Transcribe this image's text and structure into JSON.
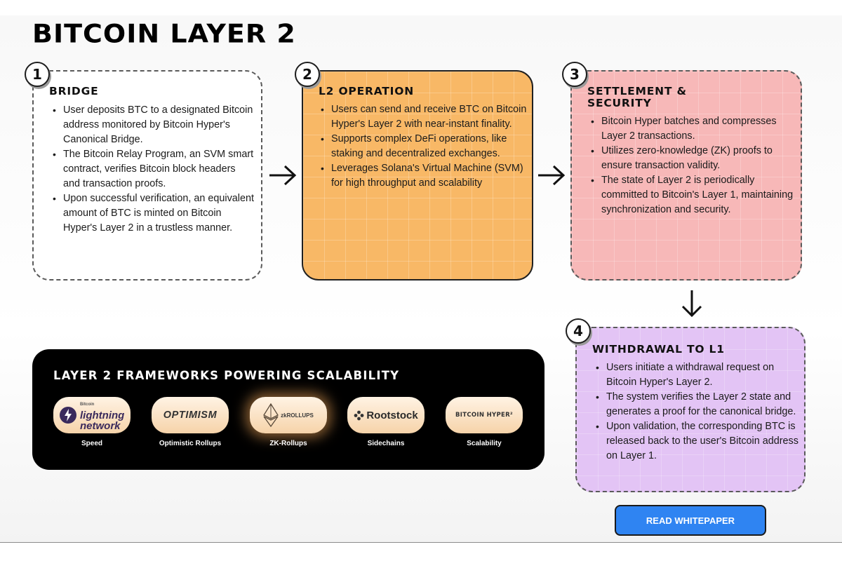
{
  "title": "BITCOIN LAYER 2",
  "steps": [
    {
      "number": "1",
      "title": "BRIDGE",
      "bullets": [
        "User deposits BTC to a designated Bitcoin address monitored by Bitcoin Hyper's Canonical Bridge.",
        "The Bitcoin Relay Program, an SVM smart contract, verifies Bitcoin block headers and transaction proofs.",
        "Upon successful verification, an equivalent amount of BTC is minted on Bitcoin Hyper's Layer 2 in a trustless manner."
      ]
    },
    {
      "number": "2",
      "title": "L2 OPERATION",
      "bullets": [
        "Users can send and receive BTC on Bitcoin Hyper's Layer 2 with near-instant finality.",
        "Supports complex DeFi operations, like staking and decentralized exchanges.",
        "Leverages Solana's Virtual Machine (SVM) for high throughput and scalability"
      ]
    },
    {
      "number": "3",
      "title_line1": "SETTLEMENT &",
      "title_line2": "SECURITY",
      "bullets": [
        "Bitcoin Hyper batches and compresses Layer 2 transactions.",
        "Utilizes zero-knowledge (ZK) proofs to ensure transaction validity.",
        "The state of Layer 2 is periodically committed to Bitcoin's Layer 1, maintaining synchronization and security."
      ]
    },
    {
      "number": "4",
      "title": "WITHDRAWAL TO L1",
      "bullets": [
        "Users initiate a withdrawal request on Bitcoin Hyper's Layer 2.",
        "The system verifies the Layer 2 state and generates a proof for the canonical bridge.",
        "Upon validation, the corresponding BTC is released back to the user's Bitcoin address on Layer 1."
      ]
    }
  ],
  "frameworks": {
    "title": "LAYER 2 FRAMEWORKS POWERING SCALABILITY",
    "items": [
      {
        "logo_small": "Bitcoin",
        "logo": "lightning network",
        "logo_line1": "lightning",
        "logo_line2": "network",
        "label": "Speed",
        "icon": "lightning-bolt-icon"
      },
      {
        "logo": "OPTIMISM",
        "label": "Optimistic Rollups"
      },
      {
        "logo": "zkROLLUPS",
        "label": "ZK-Rollups",
        "icon": "ethereum-icon"
      },
      {
        "logo": "Rootstock",
        "label": "Sidechains",
        "icon": "rootstock-icon"
      },
      {
        "logo": "BITCOIN HYPER²",
        "label": "Scalability"
      }
    ]
  },
  "cta": {
    "label": "READ WHITEPAPER"
  },
  "colors": {
    "step2": "#f8b866",
    "step3": "#f7b8b8",
    "step4": "#e3c4f5",
    "button": "#2f84f2",
    "frameworks_bg": "#000000"
  }
}
